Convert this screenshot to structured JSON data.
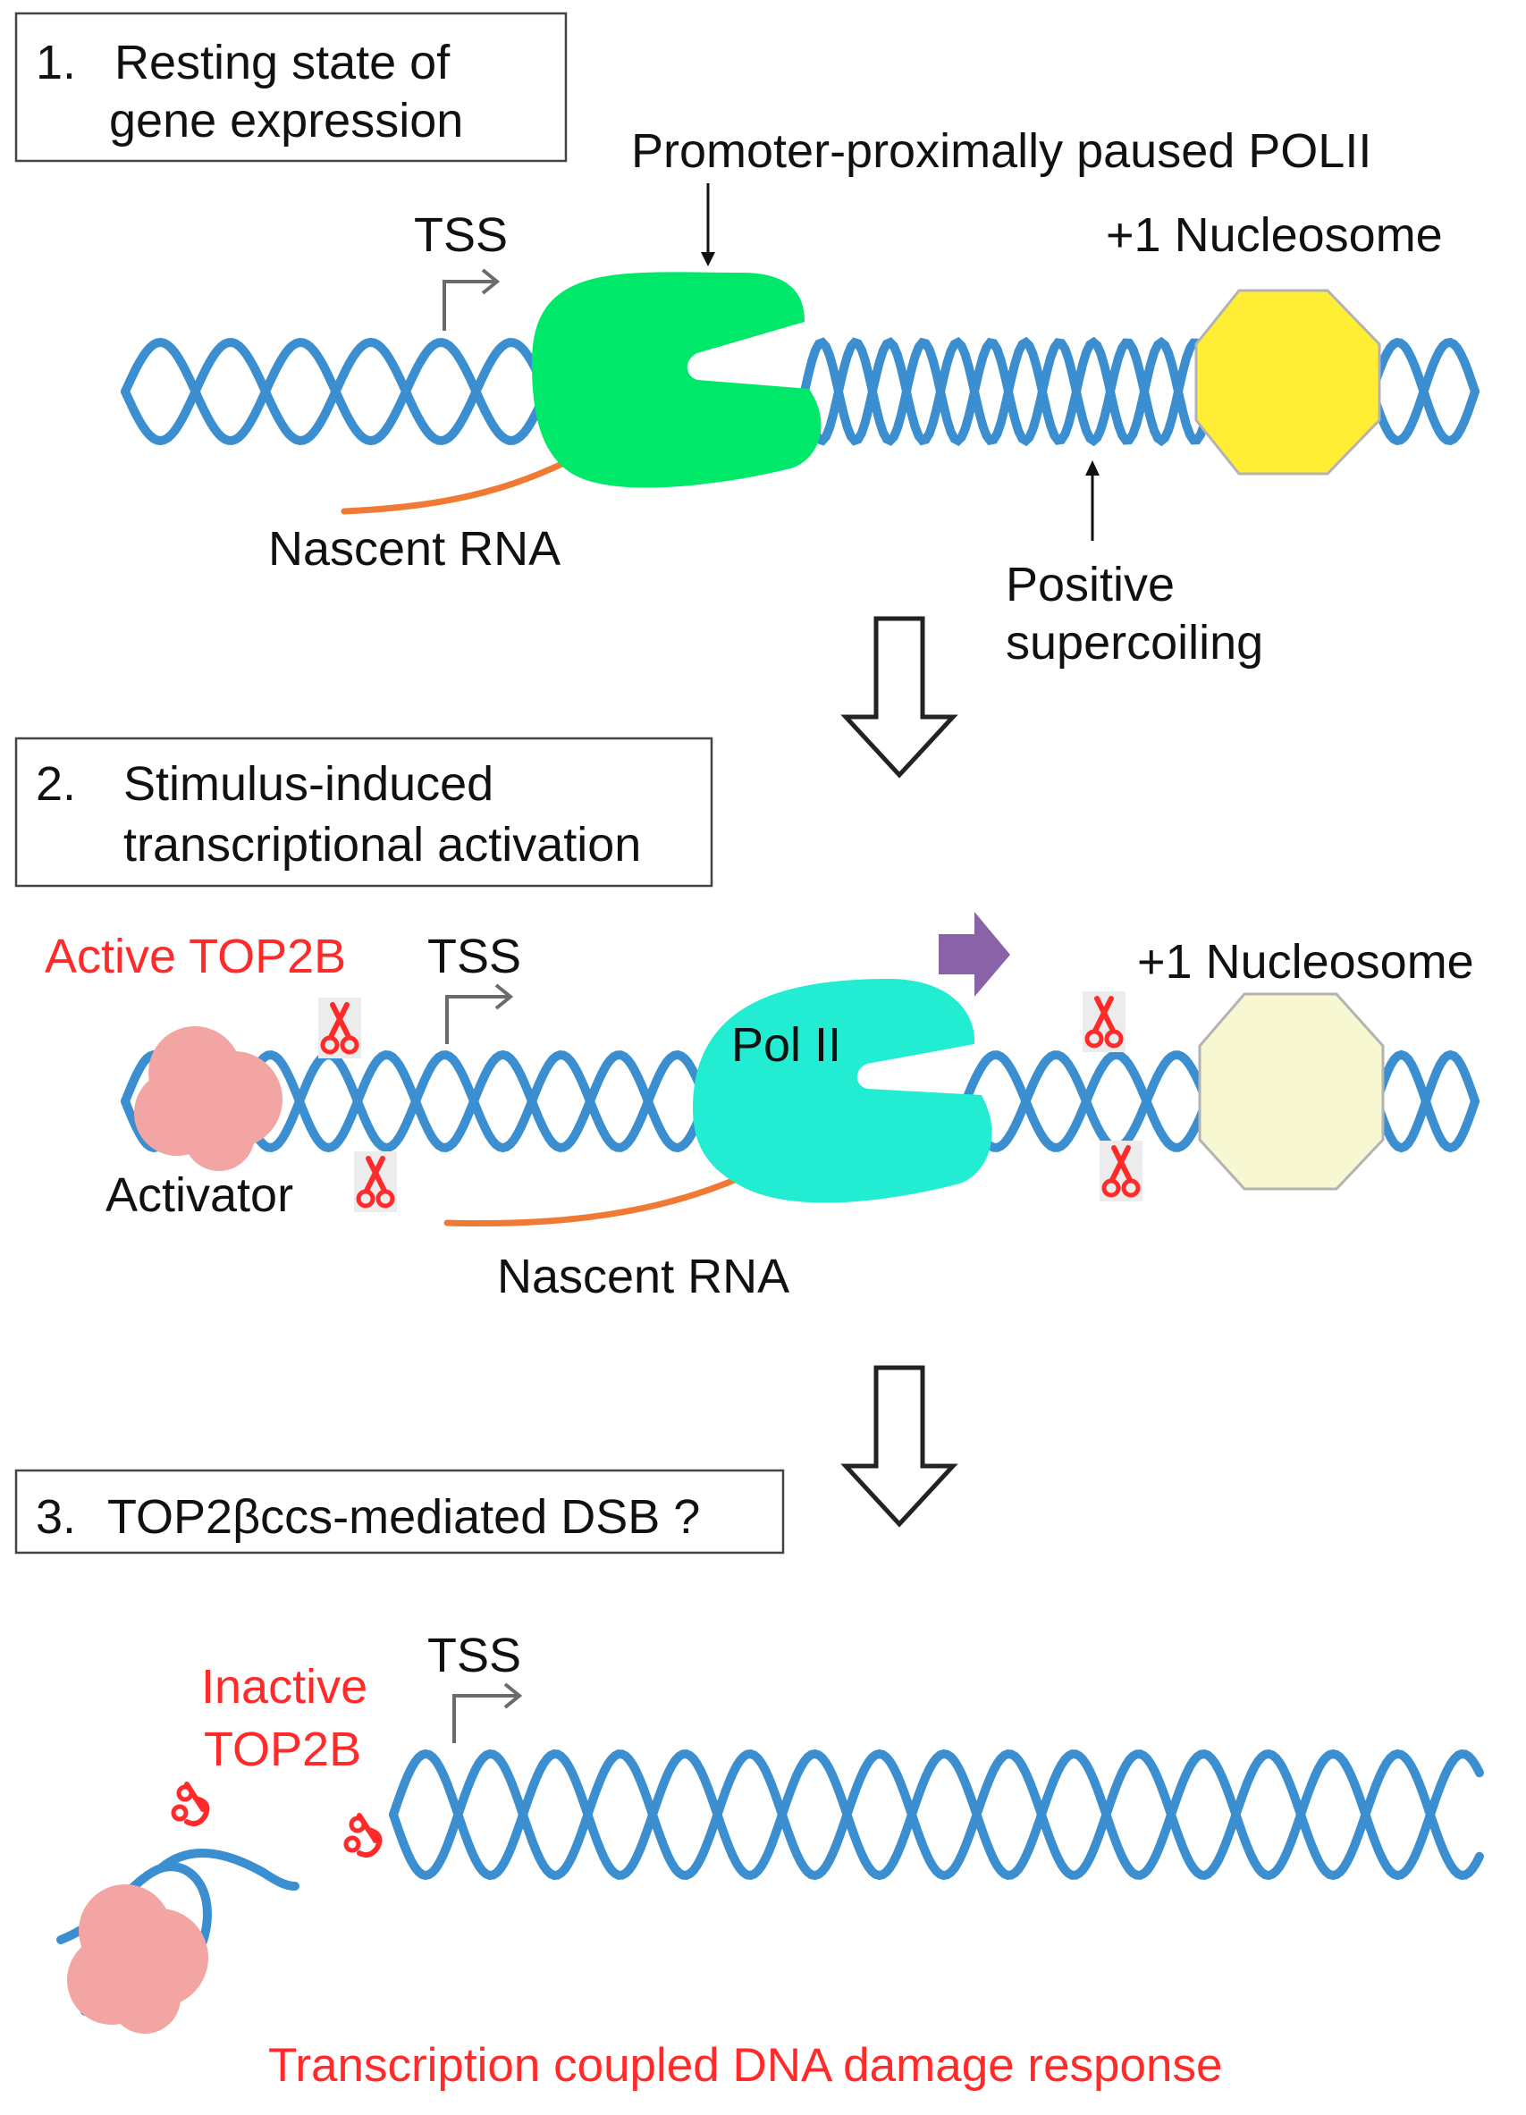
{
  "steps": [
    {
      "number": "1.",
      "line1": "Resting state of",
      "line2": "gene expression"
    },
    {
      "number": "2.",
      "line1": "Stimulus-induced",
      "line2": "transcriptional activation"
    },
    {
      "number": "3.",
      "line1": "TOP2βccs-mediated DSB ?"
    }
  ],
  "labels": {
    "paused_pol": "Promoter-proximally paused POLII",
    "tss": "TSS",
    "nucleosome": "+1 Nucleosome",
    "nascent_rna": "Nascent RNA",
    "positive_line1": "Positive",
    "positive_line2": "supercoiling",
    "active_top2b": "Active TOP2B",
    "pol_ii": "Pol II",
    "activator": "Activator",
    "inactive_line1": "Inactive",
    "inactive_line2": "TOP2B",
    "response": "Transcription coupled DNA damage response"
  },
  "colors": {
    "dna": "#3b8fd0",
    "rna": "#f07a33",
    "paused_pol": "#00e86a",
    "active_pol": "#22ecd2",
    "nucleosome_resting": "#ffee33",
    "nucleosome_active": "#f7f8d2",
    "activator": "#f2a5a2",
    "top2b_text": "#ff2a2a",
    "direction_arrow": "#8a62a8"
  },
  "icons": [
    "tss-arrow-icon",
    "scissors-icon",
    "down-arrow-icon",
    "direction-arrow-icon"
  ]
}
